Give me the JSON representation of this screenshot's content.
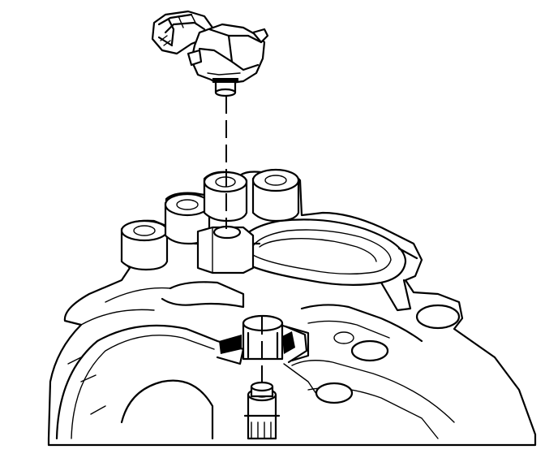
{
  "diagram": {
    "parts": [
      {
        "id": "sensor",
        "icon": "sensor-icon"
      },
      {
        "id": "manifold",
        "icon": "intake-manifold-icon"
      },
      {
        "id": "fitting",
        "icon": "fitting-icon"
      }
    ]
  }
}
